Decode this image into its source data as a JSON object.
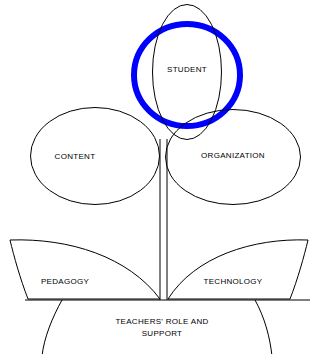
{
  "diagram": {
    "nodes": [
      {
        "text": [
          "STUDENT"
        ]
      },
      {
        "text": [
          "CONTENT"
        ]
      },
      {
        "text": [
          "ORGANIZATION"
        ]
      },
      {
        "text": [
          "PEDAGOGY"
        ]
      },
      {
        "text": [
          "TECHNOLOGY"
        ]
      },
      {
        "text": [
          "TEACHERS' ROLE AND SUPPORT"
        ]
      }
    ]
  }
}
